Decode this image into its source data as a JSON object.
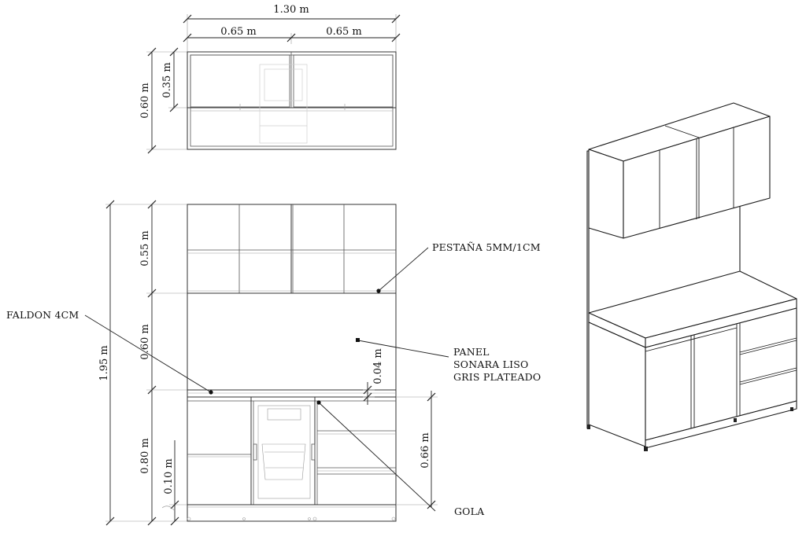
{
  "dimensions": {
    "total_width": "1.30 m",
    "half_left": "0.65 m",
    "half_right": "0.65 m",
    "upper_total_height": "0.60 m",
    "upper_cabinet_height": "0.35 m",
    "full_height": "1.95 m",
    "wall_cabinet_height": "0.55 m",
    "panel_height": "0.60 m",
    "base_height": "0.80 m",
    "plinth_height": "0.10 m",
    "countertop_thickness": "0.04 m",
    "drawer_stack_height": "0.66 m"
  },
  "annotations": {
    "pestana": "PESTAÑA 5MM/1CM",
    "faldon": "FALDON 4CM",
    "panel_line1": "PANEL",
    "panel_line2": "SONARA LISO",
    "panel_line3": "GRIS PLATEADO",
    "gola": "GOLA"
  },
  "colors": {
    "line": "#333333",
    "background": "#ffffff"
  }
}
